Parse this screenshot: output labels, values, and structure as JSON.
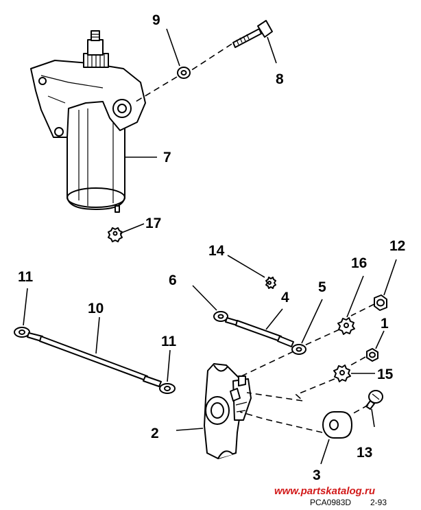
{
  "callouts": {
    "c1": "1",
    "c2": "2",
    "c3": "3",
    "c4": "4",
    "c5": "5",
    "c6": "6",
    "c7": "7",
    "c8": "8",
    "c9": "9",
    "c10": "10",
    "c11a": "11",
    "c11b": "11",
    "c12": "12",
    "c13": "13",
    "c14": "14",
    "c15": "15",
    "c16": "16",
    "c17": "17"
  },
  "footer": {
    "watermark": "www.partskatalog.ru",
    "drawing_code": "PCA0983D",
    "date_code": "2-93"
  },
  "colors": {
    "line": "#000000",
    "watermark": "#d21a1a",
    "background": "#ffffff"
  }
}
